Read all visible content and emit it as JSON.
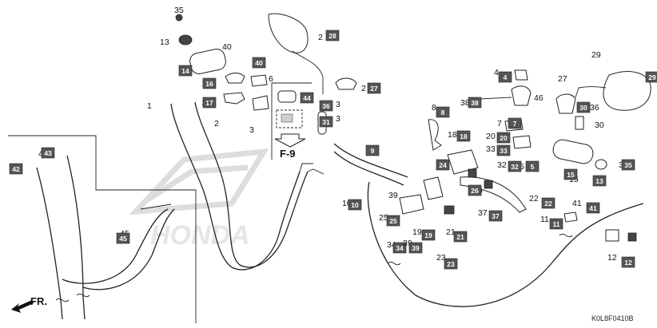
{
  "diagram": {
    "watermark": "HONDA",
    "reference_label": "F-9",
    "front_label": "FR.",
    "diagram_code": "K0L8F0410B",
    "callouts": [
      {
        "plain": "35",
        "badge": ""
      },
      {
        "plain": "13",
        "badge": ""
      },
      {
        "plain": "2",
        "badge": "28"
      },
      {
        "plain": "40",
        "badge": "40"
      },
      {
        "plain": "6",
        "badge": ""
      },
      {
        "plain": "1",
        "badge": ""
      },
      {
        "plain": "2",
        "badge": ""
      },
      {
        "plain": "3",
        "badge": ""
      },
      {
        "plain": "2",
        "badge": "27"
      },
      {
        "plain": "3",
        "badge": "36"
      },
      {
        "plain": "3",
        "badge": "31"
      },
      {
        "plain": "4",
        "badge": "44"
      },
      {
        "plain": "4",
        "badge": "4"
      },
      {
        "plain": "46",
        "badge": ""
      },
      {
        "plain": "27",
        "badge": "30"
      },
      {
        "plain": "36",
        "badge": ""
      },
      {
        "plain": "30",
        "badge": ""
      },
      {
        "plain": "29",
        "badge": "29"
      },
      {
        "plain": "38",
        "badge": "38"
      },
      {
        "plain": "8",
        "badge": "8"
      },
      {
        "plain": "7",
        "badge": "7"
      },
      {
        "plain": "18",
        "badge": "18"
      },
      {
        "plain": "20",
        "badge": "20"
      },
      {
        "plain": "33",
        "badge": "33"
      },
      {
        "plain": "5",
        "badge": "5"
      },
      {
        "plain": "32",
        "badge": "32"
      },
      {
        "plain": "24",
        "badge": "24"
      },
      {
        "plain": "26",
        "badge": "26"
      },
      {
        "plain": "22",
        "badge": "22"
      },
      {
        "plain": "37",
        "badge": "37"
      },
      {
        "plain": "9",
        "badge": "9"
      },
      {
        "plain": "10",
        "badge": "10"
      },
      {
        "plain": "39",
        "badge": ""
      },
      {
        "plain": "25",
        "badge": "25"
      },
      {
        "plain": "19",
        "badge": "19"
      },
      {
        "plain": "21",
        "badge": "21"
      },
      {
        "plain": "34",
        "badge": "34"
      },
      {
        "plain": "39",
        "badge": "39"
      },
      {
        "plain": "23",
        "badge": "23"
      },
      {
        "plain": "43",
        "badge": "43"
      },
      {
        "plain": "42",
        "badge": "42"
      },
      {
        "plain": "45",
        "badge": "45"
      },
      {
        "plain": "41",
        "badge": "41"
      },
      {
        "plain": "11",
        "badge": "11"
      },
      {
        "plain": "12",
        "badge": "12"
      },
      {
        "plain": "15",
        "badge": "15"
      },
      {
        "plain": "13",
        "badge": "13"
      },
      {
        "plain": "35",
        "badge": "35"
      },
      {
        "plain": "14",
        "badge": "14"
      },
      {
        "plain": "16",
        "badge": "16"
      },
      {
        "plain": "17",
        "badge": "17"
      }
    ]
  }
}
